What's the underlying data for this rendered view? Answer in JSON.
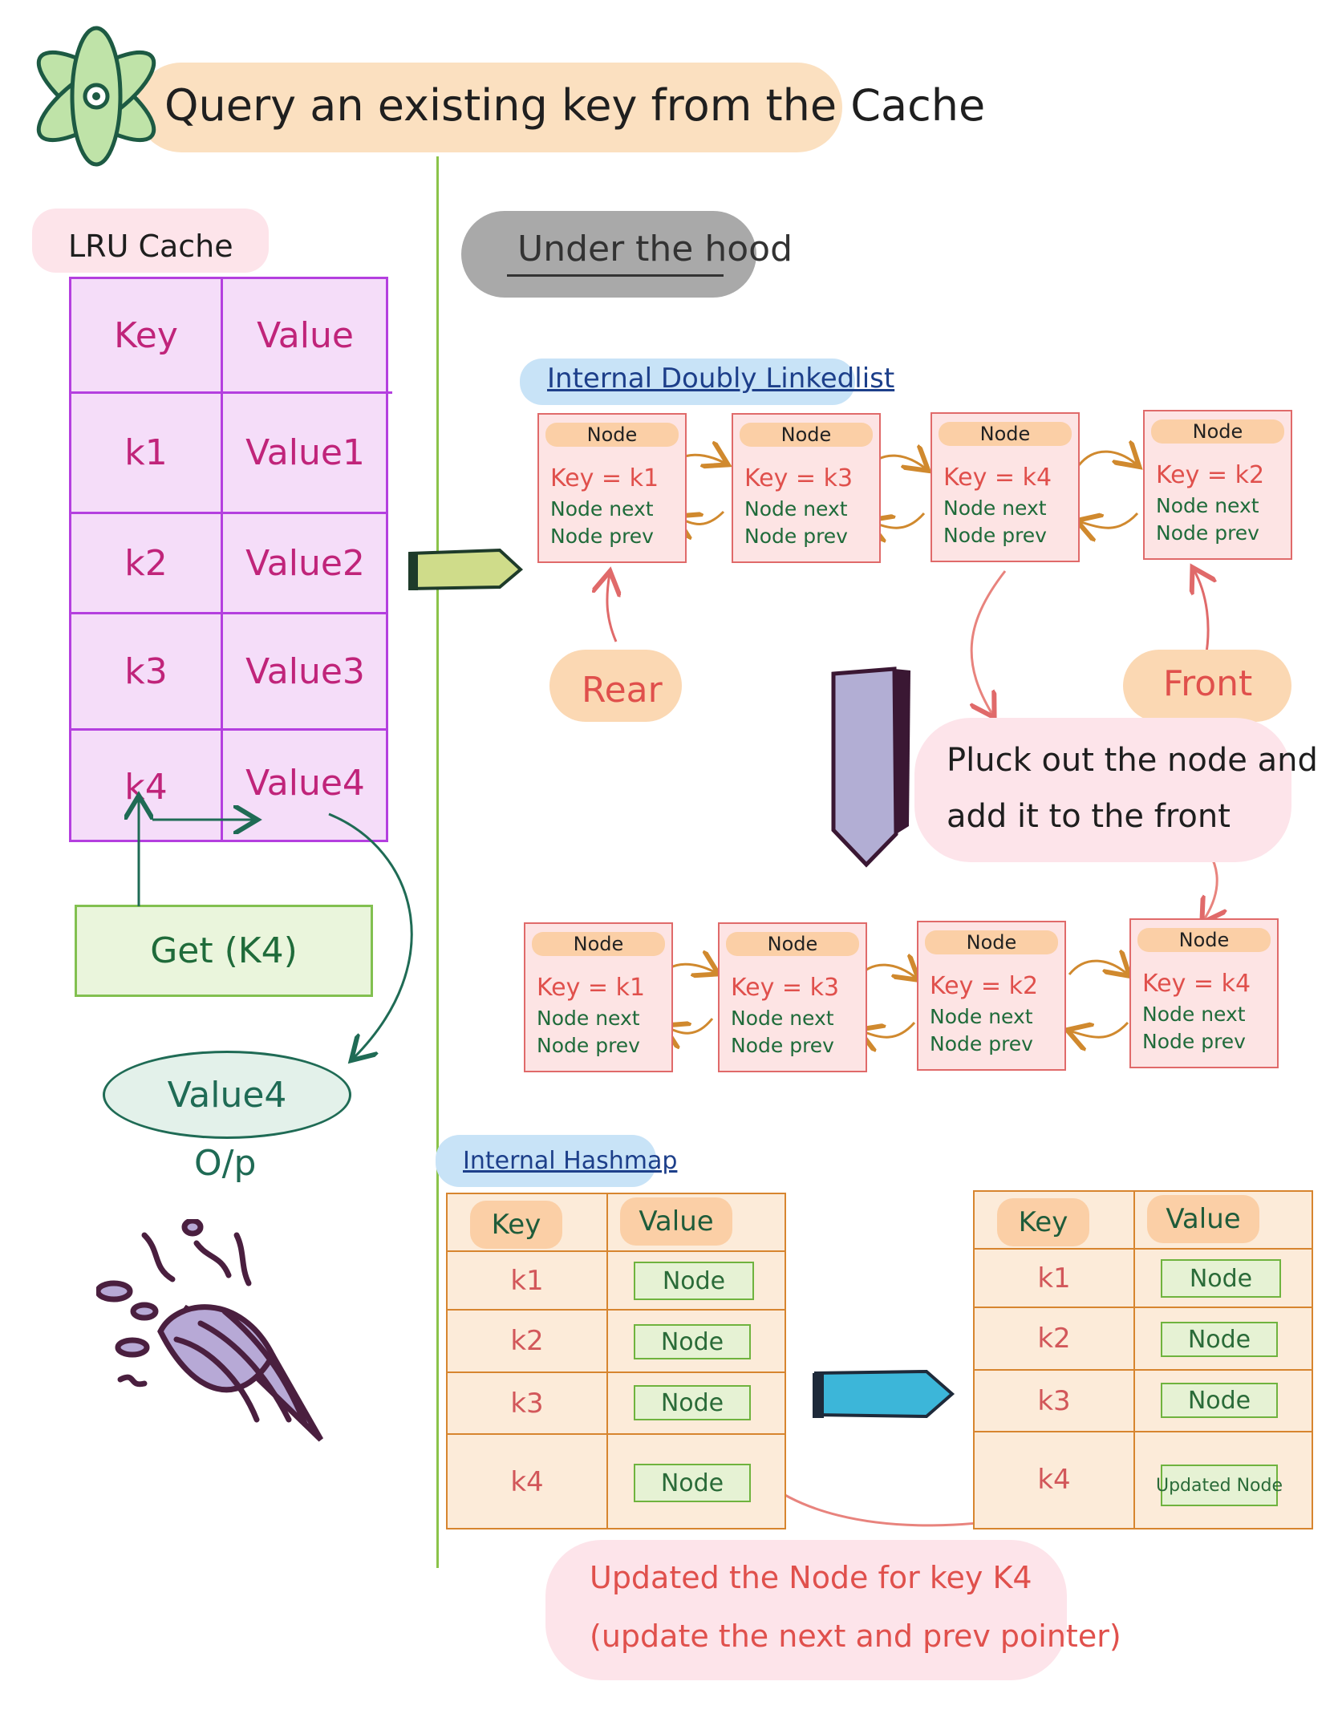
{
  "title": "Query an existing key from the Cache",
  "lru": {
    "title": "LRU Cache",
    "header": {
      "key": "Key",
      "value": "Value"
    },
    "rows": [
      {
        "key": "k1",
        "value": "Value1"
      },
      {
        "key": "k2",
        "value": "Value2"
      },
      {
        "key": "k3",
        "value": "Value3"
      },
      {
        "key": "k4",
        "value": "Value4"
      }
    ]
  },
  "get_label": "Get (K4)",
  "output": {
    "value": "Value4",
    "label": "O/p"
  },
  "under_hood": "Under the hood",
  "dll_label": "Internal Doubly Linkedlist",
  "node_common": {
    "header": "Node",
    "next": "Node next",
    "prev": "Node prev"
  },
  "dll_before": [
    "Key = k1",
    "Key = k3",
    "Key = k4",
    "Key = k2"
  ],
  "dll_after": [
    "Key = k1",
    "Key = k3",
    "Key = k2",
    "Key = k4"
  ],
  "rear_label": "Rear",
  "front_label": "Front",
  "pluck_text": {
    "line1": "Pluck out the node and",
    "line2": "add it to the front"
  },
  "hashmap_label": "Internal Hashmap",
  "hashmap_before": {
    "header": {
      "key": "Key",
      "value": "Value"
    },
    "rows": [
      {
        "key": "k1",
        "value": "Node"
      },
      {
        "key": "k2",
        "value": "Node"
      },
      {
        "key": "k3",
        "value": "Node"
      },
      {
        "key": "k4",
        "value": "Node"
      }
    ]
  },
  "hashmap_after": {
    "header": {
      "key": "Key",
      "value": "Value"
    },
    "rows": [
      {
        "key": "k1",
        "value": "Node"
      },
      {
        "key": "k2",
        "value": "Node"
      },
      {
        "key": "k3",
        "value": "Node"
      },
      {
        "key": "k4",
        "value": "Updated Node"
      }
    ]
  },
  "update_note": {
    "line1": "Updated the Node for key K4",
    "line2": "(update the next and prev pointer)"
  },
  "colors": {
    "lru_fill": "#f5ddf9",
    "lru_border": "#b43fdf",
    "lru_text": "#c0247a",
    "node_fill": "#fde4e4",
    "node_border": "#e06a6a",
    "hash_fill": "#fcebd9",
    "hash_border": "#d7852f",
    "divider": "#8bc34a",
    "teal_arrow": "#1f6b55"
  }
}
